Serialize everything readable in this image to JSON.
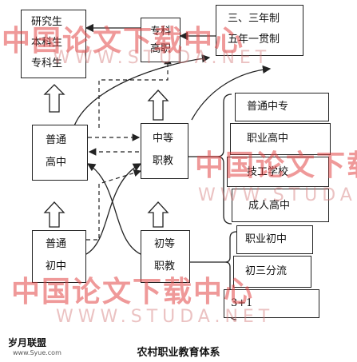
{
  "boxes": {
    "higher_ed": [
      "研究生",
      "本科生",
      "专科生"
    ],
    "vocational_college": [
      "专科",
      "高职"
    ],
    "program_types": [
      "三、三年制",
      "五年一贯制"
    ],
    "general_high": [
      "普通",
      "高中"
    ],
    "secondary_vocational": [
      "中等",
      "职教"
    ],
    "general_junior": [
      "普通",
      "初中"
    ],
    "junior_vocational": [
      "初等",
      "职教"
    ]
  },
  "secondary_types": [
    "普通中专",
    "职业高中",
    "技工学校",
    "成人高中"
  ],
  "junior_types": [
    "职业初中",
    "初三分流",
    "3+1"
  ],
  "caption": "农村职业教育体系",
  "logo": "岁月联盟",
  "logo_sub": "www.Syue.com",
  "watermark": {
    "chinese": "中国论文下载中心",
    "url": "WWW.STUDA.NET"
  }
}
